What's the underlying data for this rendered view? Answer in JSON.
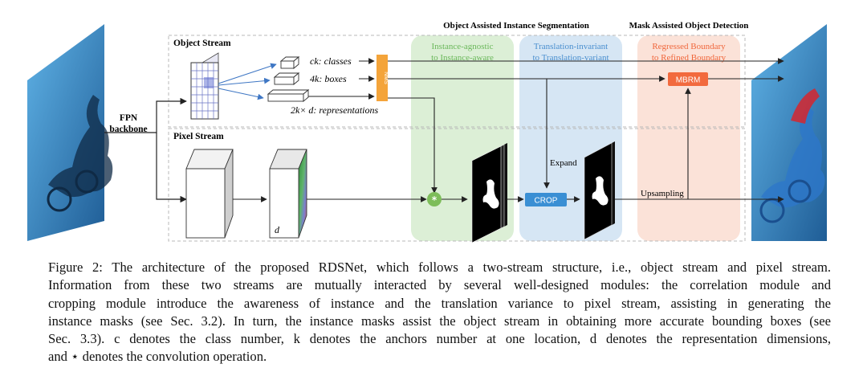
{
  "figure": {
    "stage_titles": {
      "segmentation": "Object Assisted Instance Segmentation",
      "detection": "Mask Assisted Object Detection"
    },
    "stream_labels": {
      "object": "Object Stream",
      "pixel": "Pixel Stream"
    },
    "backbone_label": [
      "FPN",
      "backbone"
    ],
    "head_outputs": {
      "classes": "ck: classes",
      "boxes": "4k: boxes",
      "representations": "2k× d: representations"
    },
    "nms_label": "NMS",
    "pixel_dim_label": "d",
    "panels": {
      "instance": [
        "Instance-agnostic",
        "to Instance-aware"
      ],
      "translation": [
        "Translation-invariant",
        "to Translation-variant"
      ],
      "boundary": [
        "Regressed Boundary",
        "to Refined Boundary"
      ]
    },
    "modules": {
      "mbrm": "MBRM",
      "crop": "CROP",
      "conv_symbol": "*"
    },
    "flow_labels": {
      "expand": "Expand",
      "upsampling": "Upsampling"
    },
    "colors": {
      "instance_panel": "#dcefd6",
      "translation_panel": "#d6e6f4",
      "boundary_panel": "#fbe2d8",
      "instance_text": "#6bb85b",
      "translation_text": "#4a8fcf",
      "boundary_text": "#f0673c",
      "nms": "#f4a43a",
      "mbrm": "#f26a3e",
      "crop": "#3a8fd4",
      "conv": "#7dbd5a",
      "arrow_blue": "#3f77c4"
    }
  },
  "caption": {
    "lines": [
      "Figure 2: The architecture of the proposed RDSNet, which follows a two-stream structure, i.e., object stream and pixel stream.",
      "Information from these two streams are mutually interacted by several well-designed modules: the correlation module and",
      "cropping module introduce the awareness of instance and the translation variance to pixel stream, assisting in generating the",
      "instance masks (see Sec. 3.2). In turn, the instance masks assist the object stream in obtaining more accurate bounding boxes (see",
      "Sec. 3.3). c denotes the class number, k denotes the anchors number at one location, d denotes the representation dimensions,",
      "and ⋆ denotes the convolution operation."
    ]
  }
}
